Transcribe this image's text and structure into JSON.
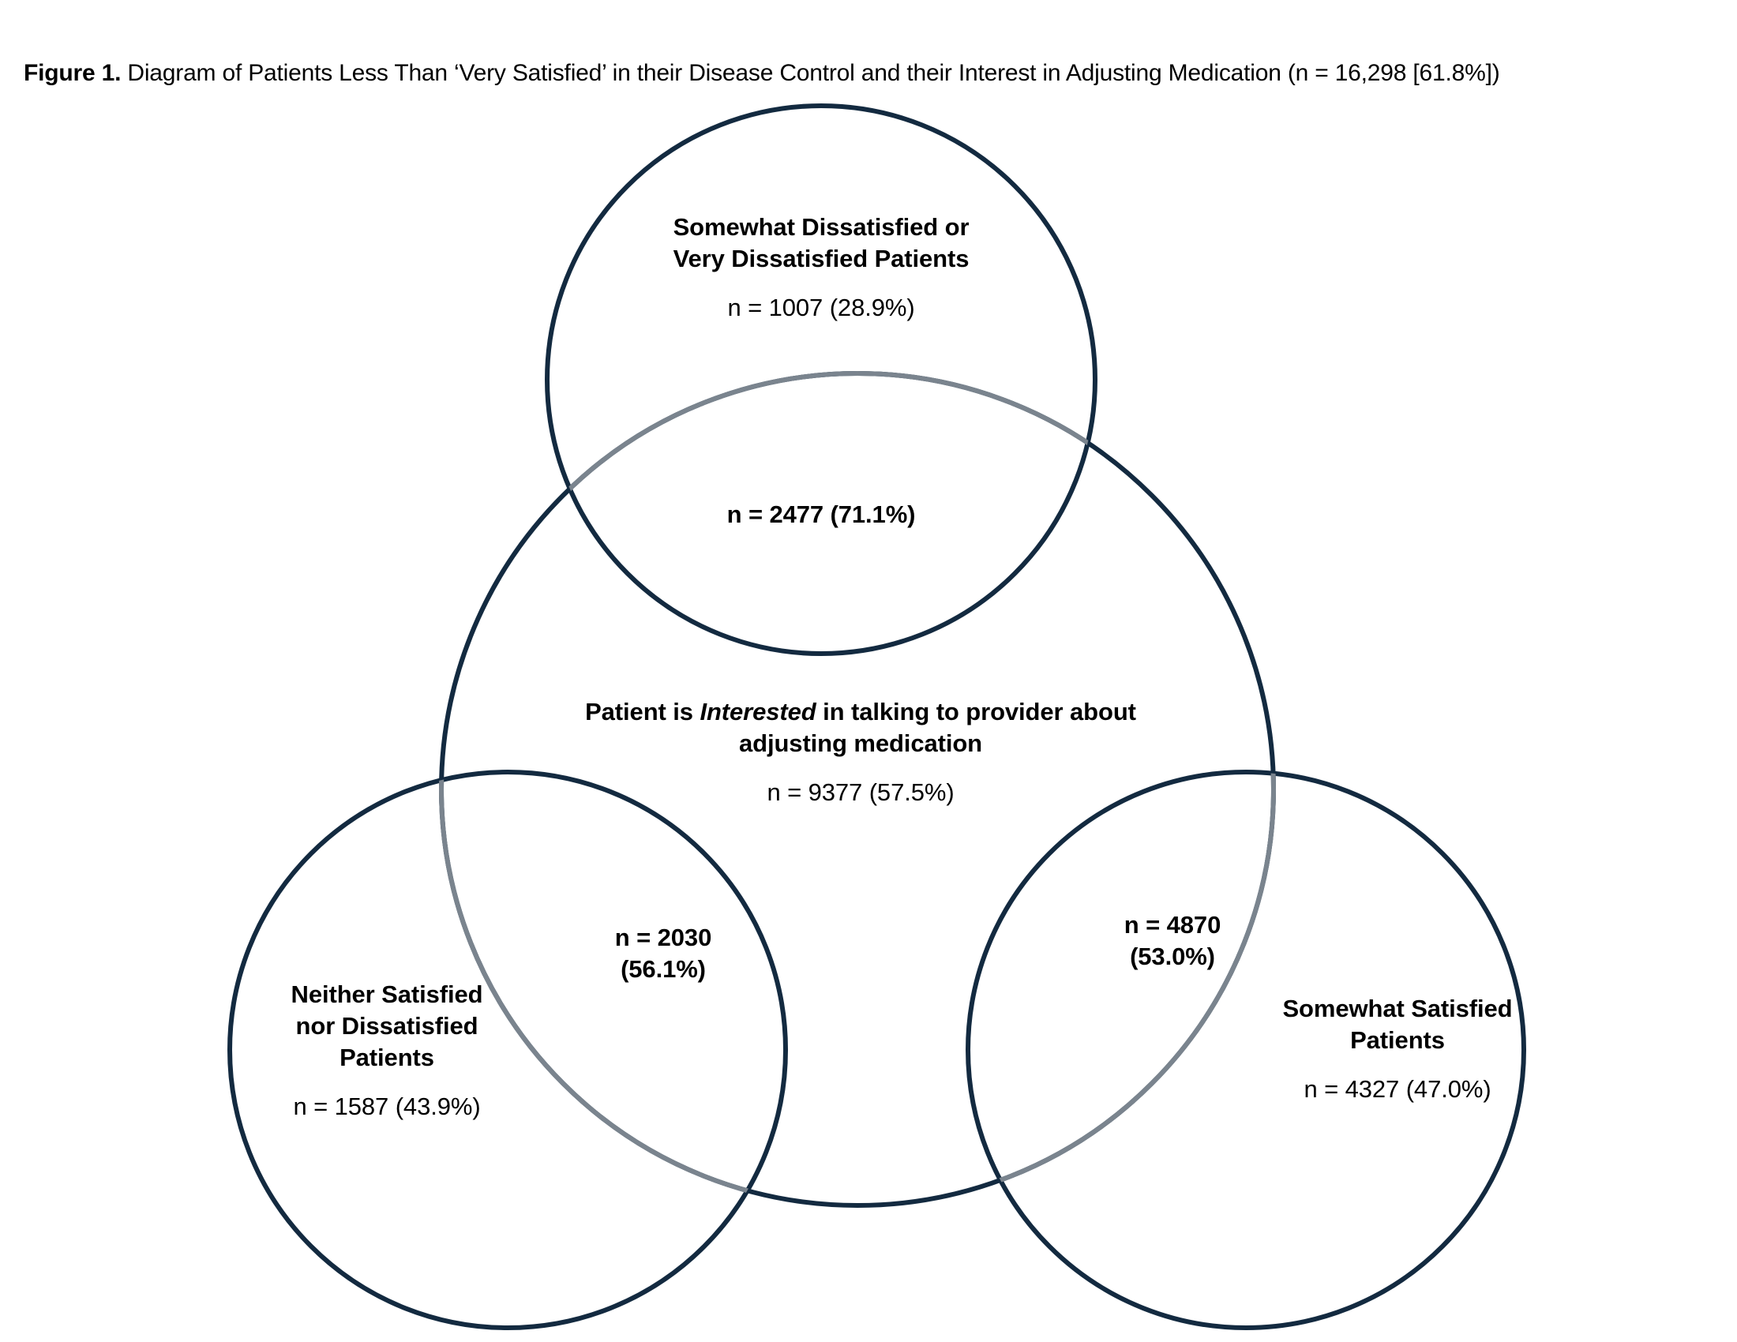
{
  "figure": {
    "label": "Figure 1.",
    "caption": "Diagram of Patients Less Than ‘Very Satisfied’ in their Disease Control and their Interest in Adjusting Medication (n = 16,298 [61.8%])"
  },
  "colors": {
    "stroke_dark": "#132a40",
    "stroke_light": "#7a848e",
    "background": "#ffffff",
    "text": "#000000"
  },
  "diagram": {
    "type": "venn",
    "set_count": 4,
    "total_label": "n = 16,298 [61.8%]",
    "total_n": 16298,
    "total_percent": 61.8,
    "sets": [
      {
        "id": "dissatisfied",
        "position": "top",
        "title_line1": "Somewhat Dissatisfied or",
        "title_line2": "Very Dissatisfied Patients",
        "count_text": "n = 1007 (28.9%)",
        "n": 1007,
        "percent": 28.9
      },
      {
        "id": "interested",
        "position": "center",
        "title_pre": "Patient is ",
        "title_em": "Interested",
        "title_post": " in talking to provider about",
        "title_line2": "adjusting medication",
        "count_text": "n = 9377 (57.5%)",
        "n": 9377,
        "percent": 57.5
      },
      {
        "id": "neutral",
        "position": "bottom-left",
        "title_line1": "Neither Satisfied",
        "title_line2": "nor Dissatisfied",
        "title_line3": "Patients",
        "count_text": "n = 1587 (43.9%)",
        "n": 1587,
        "percent": 43.9
      },
      {
        "id": "satisfied",
        "position": "bottom-right",
        "title_line1": "Somewhat Satisfied",
        "title_line2": "Patients",
        "count_text": "n = 4327 (47.0%)",
        "n": 4327,
        "percent": 47.0
      }
    ],
    "intersections": [
      {
        "id": "dissatisfied-interested",
        "position": "top-overlap",
        "label": "n = 2477 (71.1%)",
        "n": 2477,
        "percent": 71.1
      },
      {
        "id": "neutral-interested",
        "position": "left-overlap",
        "line1": "n = 2030",
        "line2": "(56.1%)",
        "n": 2030,
        "percent": 56.1
      },
      {
        "id": "satisfied-interested",
        "position": "right-overlap",
        "line1": "n = 4870",
        "line2": "(53.0%)",
        "n": 4870,
        "percent": 53.0
      }
    ]
  },
  "chart_data": {
    "type": "venn",
    "title": "Figure 1. Diagram of Patients Less Than ‘Very Satisfied’ in their Disease Control and their Interest in Adjusting Medication (n = 16,298 [61.8%])",
    "total": 16298,
    "total_percent_of_sample": 61.8,
    "categories": [
      "Somewhat Dissatisfied or Very Dissatisfied Patients",
      "Patient is Interested in talking to provider about adjusting medication",
      "Neither Satisfied nor Dissatisfied Patients",
      "Somewhat Satisfied Patients"
    ],
    "values": [
      1007,
      9377,
      1587,
      4327
    ],
    "percents": [
      28.9,
      57.5,
      43.9,
      47.0
    ],
    "intersections": [
      {
        "sets": [
          "Somewhat Dissatisfied or Very Dissatisfied Patients",
          "Interested"
        ],
        "value": 2477,
        "percent": 71.1
      },
      {
        "sets": [
          "Neither Satisfied nor Dissatisfied Patients",
          "Interested"
        ],
        "value": 2030,
        "percent": 56.1
      },
      {
        "sets": [
          "Somewhat Satisfied Patients",
          "Interested"
        ],
        "value": 4870,
        "percent": 53.0
      }
    ],
    "legend": "none",
    "grid": false,
    "xlabel": "",
    "ylabel": ""
  }
}
